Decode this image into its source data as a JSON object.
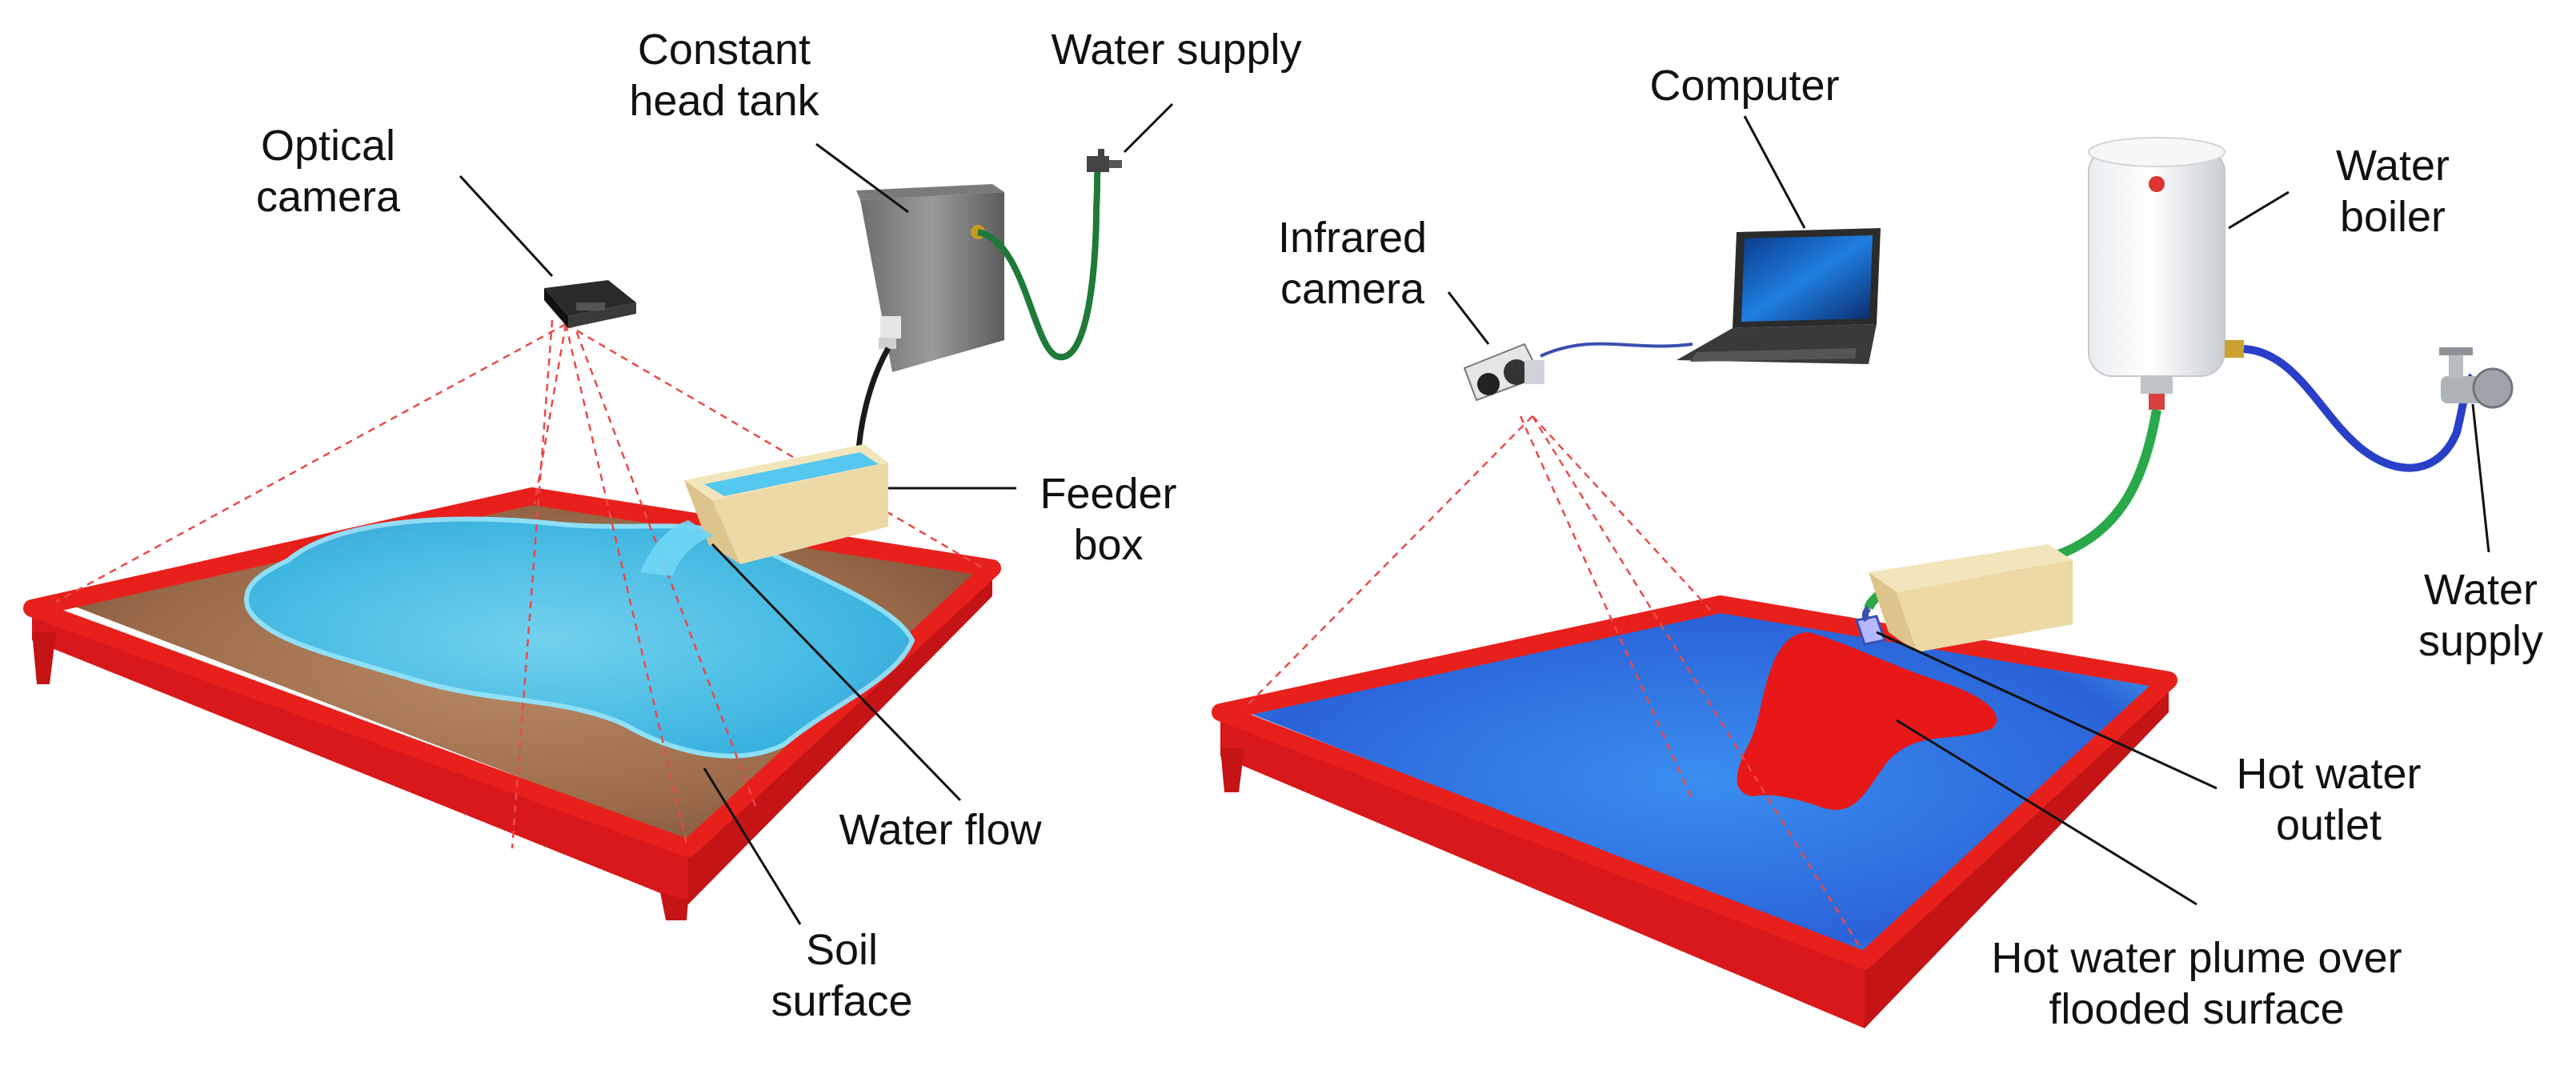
{
  "left_setup": {
    "labels": {
      "optical_camera": [
        "Optical",
        "camera"
      ],
      "constant_head_tank": [
        "Constant",
        "head tank"
      ],
      "water_supply": [
        "Water supply"
      ],
      "feeder_box": [
        "Feeder",
        "box"
      ],
      "water_flow": [
        "Water flow"
      ],
      "soil_surface": [
        "Soil",
        "surface"
      ]
    }
  },
  "right_setup": {
    "labels": {
      "computer": [
        "Computer"
      ],
      "infrared_camera": [
        "Infrared",
        "camera"
      ],
      "water_boiler": [
        "Water",
        "boiler"
      ],
      "water_supply": [
        "Water",
        "supply"
      ],
      "hot_water_outlet": [
        "Hot water",
        "outlet"
      ],
      "hot_water_plume": [
        "Hot water plume over",
        "flooded surface"
      ]
    }
  },
  "colors": {
    "tray_frame": "#e8201c",
    "soil": "#9a6a4a",
    "water_light": "#4fc6ee",
    "water_blue": "#2f6fe0",
    "plume": "#e81818",
    "feeder_box": "#ecd9a6",
    "garden_hose": "#1f7a3a",
    "boiler_hose": "#2aa84a",
    "supply_hose": "#2a3fc8"
  }
}
